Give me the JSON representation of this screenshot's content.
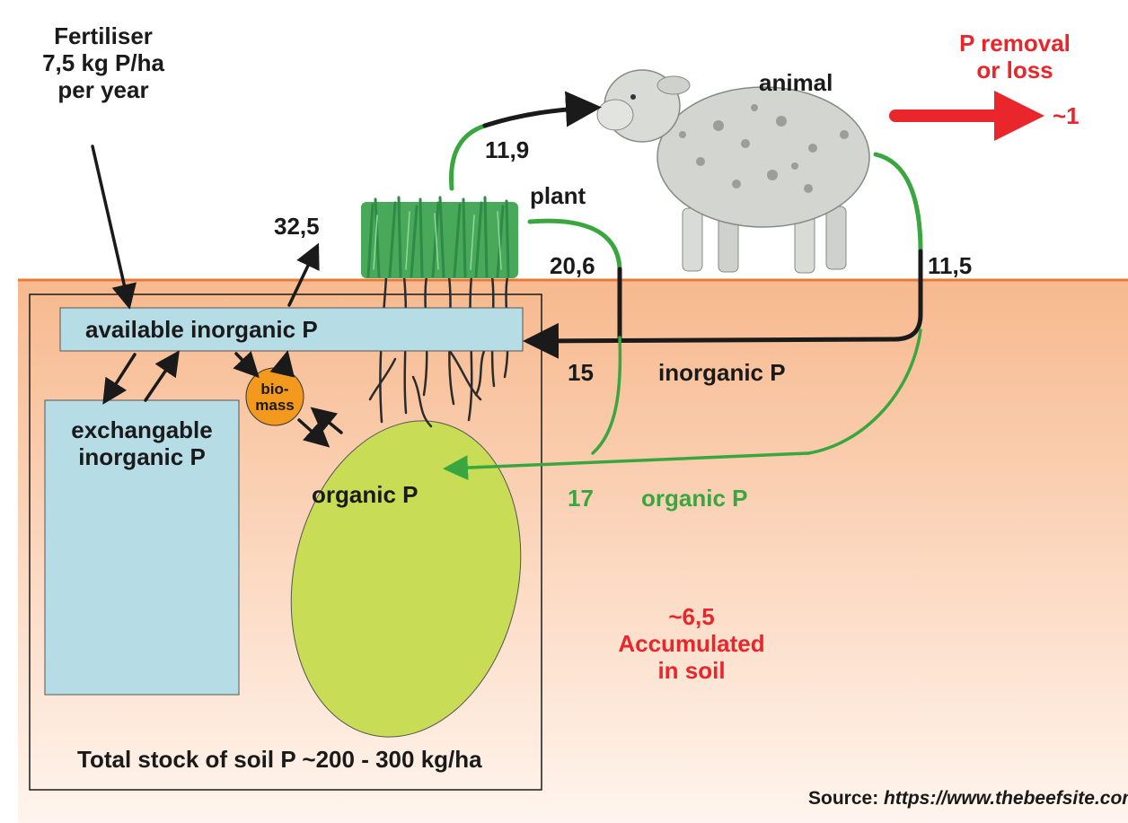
{
  "fertiliser": {
    "line1": "Fertiliser",
    "line2": "7,5 kg P/ha",
    "line3": "per year"
  },
  "removal": {
    "line1": "P removal",
    "line2": "or loss",
    "value": "~1"
  },
  "nodes": {
    "animal": "animal",
    "plant": "plant",
    "available": "available inorganic P",
    "exchangeable_line1": "exchangable",
    "exchangeable_line2": "inorganic P",
    "biomass_line1": "bio-",
    "biomass_line2": "mass",
    "organic": "organic P",
    "total_stock": "Total stock of soil P ~200 - 300 kg/ha"
  },
  "flows": {
    "plant_uptake": "32,5",
    "to_animal": "11,9",
    "plant_return": "20,6",
    "animal_return": "11,5",
    "inorganic_value": "15",
    "inorganic_label": "inorganic P",
    "organic_value": "17",
    "organic_label": "organic P"
  },
  "accumulated": {
    "value": "~6,5",
    "line1": "Accumulated",
    "line2": "in soil"
  },
  "source": {
    "prefix": "Source: ",
    "url": "https://www.thebeefsite.com/"
  },
  "colors": {
    "soil_top": "#f7b98e",
    "soil_bottom": "#fff5ee",
    "soil_line": "#e57a3a",
    "available_box": "#b6dde6",
    "exchangeable_box": "#b6dde6",
    "organic_ellipse": "#c9dc55",
    "biomass_circle": "#f39a1e",
    "green_flow": "#3aa63f",
    "red_accent": "#e8262b",
    "text_dark": "#1a1a1a"
  }
}
